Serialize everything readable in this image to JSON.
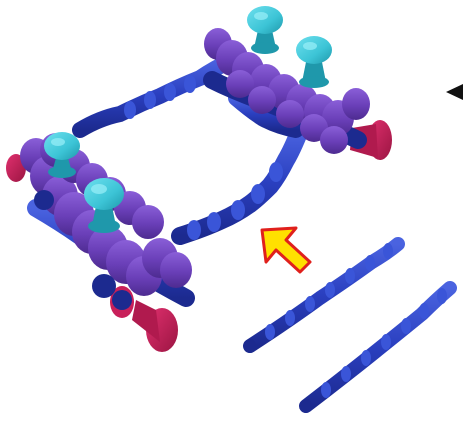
{
  "scene": {
    "background": "#ffffff",
    "palette": {
      "rod_blue": "#2a3fbf",
      "rod_blue_dark": "#1c2a8f",
      "rod_blue_light": "#4a63e0",
      "bead_purple": "#6a3fb8",
      "bead_purple_dark": "#4d2b90",
      "end_cap_red": "#c8205a",
      "end_cap_red_dark": "#9b1542",
      "pin_cyan": "#3cc4d6",
      "pin_cyan_dark": "#1f98ab",
      "arrow_fill": "#ffe000",
      "arrow_stroke": "#e0201c",
      "pointer_black": "#111111"
    },
    "objects": [
      {
        "name": "assembled-rectangular-frame",
        "type": "3d-rendering"
      },
      {
        "name": "loose-wavy-rod",
        "count": 2
      },
      {
        "name": "yellow-insertion-arrow",
        "direction": "up-left"
      },
      {
        "name": "black-pointer-arrowhead",
        "direction": "left"
      }
    ],
    "pin_count": 4
  }
}
